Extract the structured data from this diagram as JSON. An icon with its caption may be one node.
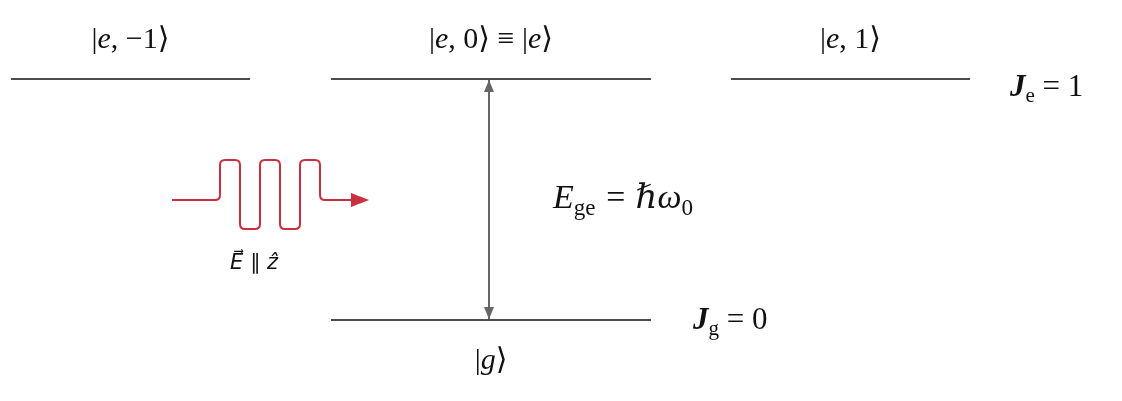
{
  "diagram": {
    "nodes": [
      {
        "text": [
          "|*e*, −1⟩"
        ]
      },
      {
        "text": [
          "|*e*, 0⟩ ≡ |*e*⟩"
        ]
      },
      {
        "text": [
          "|*e*, 1⟩"
        ]
      },
      {
        "text": [
          "|*g*⟩"
        ],
        "beside": [
          "**J**$_{g}$ = 0"
        ]
      }
    ],
    "edges": [
      {
        "from": 1,
        "to": 3,
        "arrow": "both",
        "label": "E$_{ge}$ = ℏω$_{0}$"
      }
    ],
    "labels": [
      "**J**$_{e}$ = 1",
      "E⃗ ∥ ẑ"
    ]
  }
}
